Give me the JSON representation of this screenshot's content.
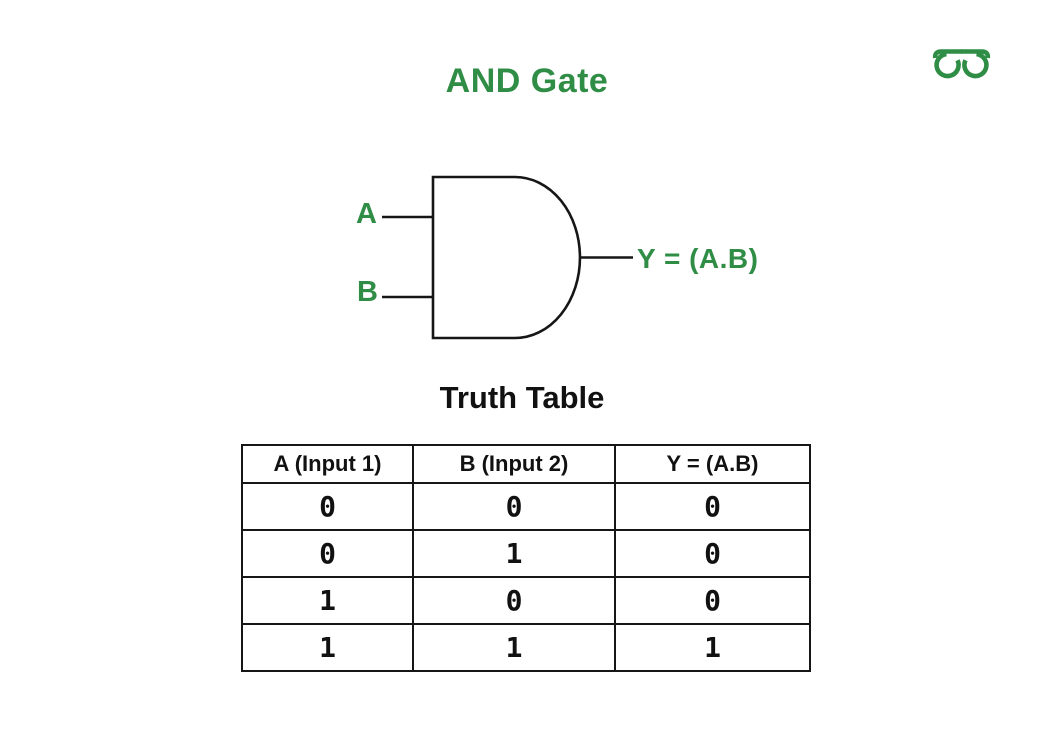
{
  "title": "AND Gate",
  "brand": {
    "logo": "geeksforgeeks-logo",
    "green": "#2f8d46"
  },
  "diagram": {
    "gate_type": "AND",
    "input_a_label": "A",
    "input_b_label": "B",
    "output_label": "Y = (A.B)"
  },
  "truth_table": {
    "heading": "Truth Table",
    "headers": [
      "A (Input 1)",
      "B (Input 2)",
      "Y = (A.B)"
    ],
    "rows": [
      [
        "0",
        "0",
        "0"
      ],
      [
        "0",
        "1",
        "0"
      ],
      [
        "1",
        "0",
        "0"
      ],
      [
        "1",
        "1",
        "1"
      ]
    ]
  },
  "colors": {
    "accent_green": "#2f8d46",
    "line_black": "#161616",
    "background": "#ffffff"
  }
}
